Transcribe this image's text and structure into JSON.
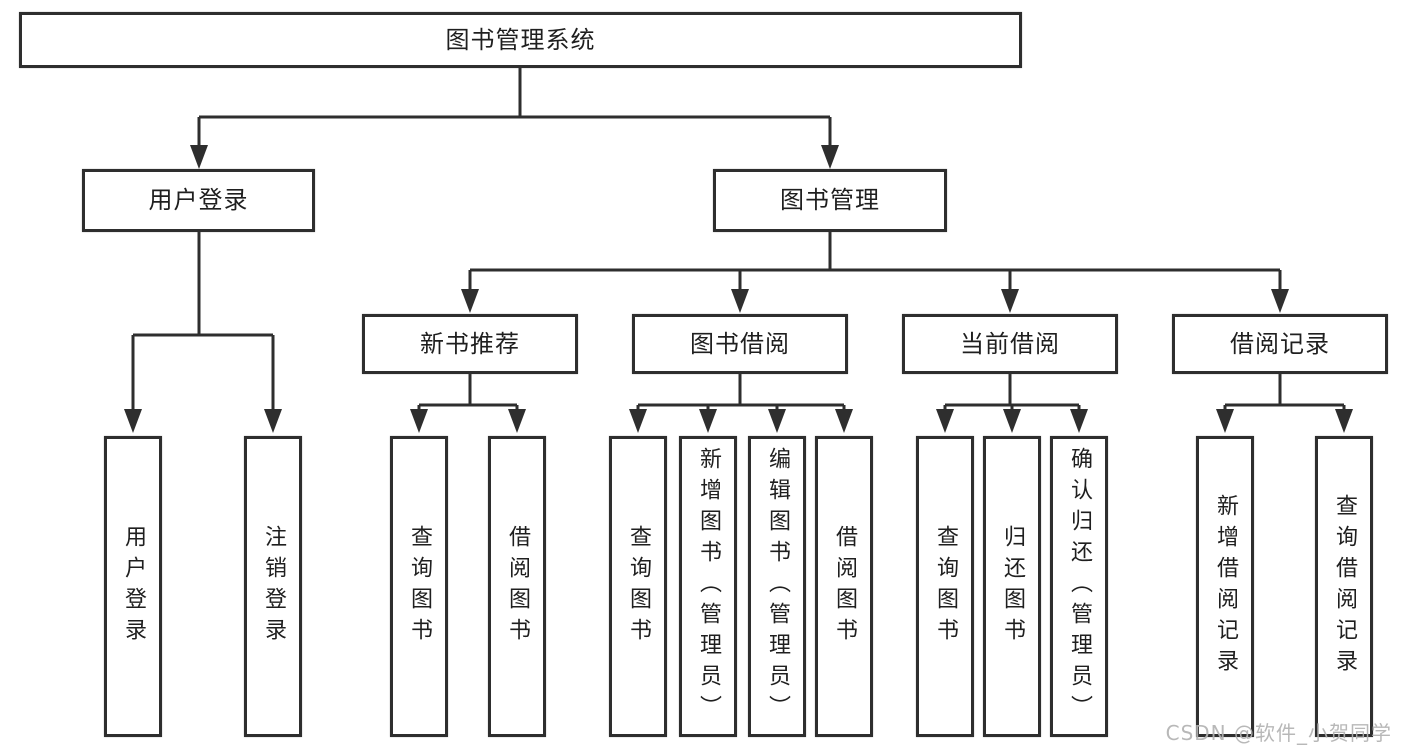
{
  "diagram": {
    "root": {
      "label": "图书管理系统"
    },
    "level1": [
      {
        "label": "用户登录"
      },
      {
        "label": "图书管理"
      }
    ],
    "level2": [
      {
        "label": "新书推荐"
      },
      {
        "label": "图书借阅"
      },
      {
        "label": "当前借阅"
      },
      {
        "label": "借阅记录"
      }
    ],
    "leaves": [
      {
        "label": "用户登录"
      },
      {
        "label": "注销登录"
      },
      {
        "label": "查询图书"
      },
      {
        "label": "借阅图书"
      },
      {
        "label": "查询图书"
      },
      {
        "label": "新增图书（管理员）"
      },
      {
        "label": "编辑图书（管理员）"
      },
      {
        "label": "借阅图书"
      },
      {
        "label": "查询图书"
      },
      {
        "label": "归还图书"
      },
      {
        "label": "确认归还（管理员）"
      },
      {
        "label": "新增借阅记录"
      },
      {
        "label": "查询借阅记录"
      }
    ]
  },
  "watermark": {
    "text": "CSDN @软件_小贺同学"
  },
  "colors": {
    "background": "#ffffff",
    "line": "#2e2e2e",
    "border": "#2e2e2e",
    "text": "#1f1f1f",
    "watermark_text": "#b2b2b2"
  }
}
